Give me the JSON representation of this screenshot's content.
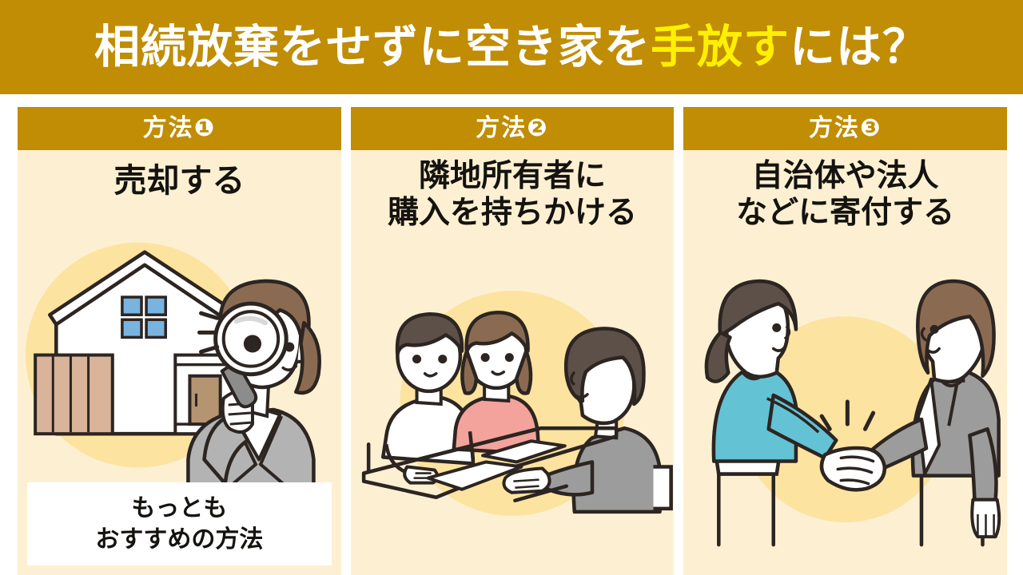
{
  "title": {
    "full_text": "相続放棄をせずに空き家を手放すには？",
    "part1": "相続放棄をせずに空き家を",
    "highlight": "手放す",
    "part2": "には？",
    "bar_color": "#c08d04",
    "text_color": "#ffffff",
    "highlight_color": "#fff000"
  },
  "palette": {
    "gold": "#c08d04",
    "cream_card": "#fdf0d2",
    "circle_yellow": "#fce3a0",
    "white": "#ffffff",
    "ink": "#15130f",
    "suit_gray": "#b3b3b3",
    "teal_top": "#63c2d4",
    "pink_top": "#f3a39c",
    "hair_dark": "#5c5048",
    "hair_brown": "#8a6b52",
    "window_blue": "#79b3e0",
    "fence_tan": "#d9b49a",
    "door_tan": "#b59472"
  },
  "cards": [
    {
      "header_label": "方法❶",
      "title_lines": [
        "売却する"
      ],
      "illustration_name": "house-and-woman-with-magnifier",
      "recommendation": {
        "lines": [
          "もっとも",
          "おすすめの方法"
        ]
      }
    },
    {
      "header_label": "方法❷",
      "title_lines": [
        "隣地所有者に",
        "購入を持ちかける"
      ],
      "illustration_name": "meeting-at-table-three-people",
      "recommendation": null
    },
    {
      "header_label": "方法❸",
      "title_lines": [
        "自治体や法人",
        "などに寄付する"
      ],
      "illustration_name": "two-women-handshake",
      "recommendation": null
    }
  ]
}
